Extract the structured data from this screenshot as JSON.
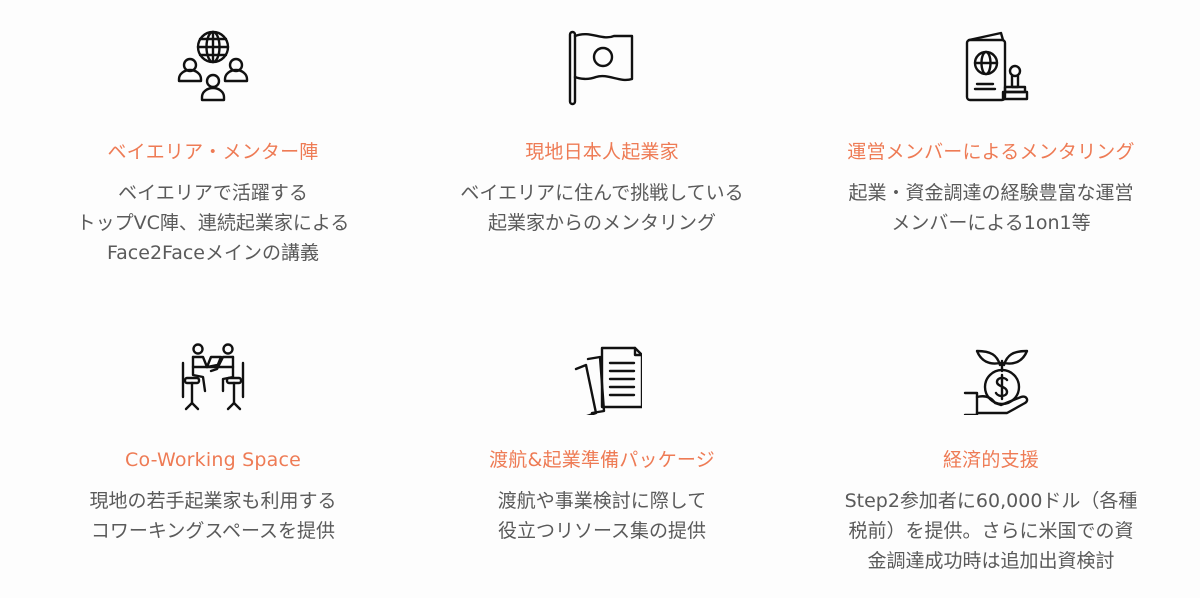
{
  "colors": {
    "background": "#fdfdfd",
    "title": "#ee7b55",
    "body_text": "#5a5a5a",
    "icon_stroke": "#111111"
  },
  "features": [
    {
      "icon": "globe-people-icon",
      "title": "ベイエリア・メンター陣",
      "description": "ベイエリアで活躍する\nトップVC陣、連続起業家による\nFace2Faceメインの講義"
    },
    {
      "icon": "japan-flag-icon",
      "title": "現地日本人起業家",
      "description": "ベイエリアに住んで挑戦している\n起業家からのメンタリング"
    },
    {
      "icon": "passport-stamp-icon",
      "title": "運営メンバーによるメンタリング",
      "description": "起業・資金調達の経験豊富な運営\nメンバーによる1on1等"
    },
    {
      "icon": "coworking-desk-icon",
      "title": "Co-Working Space",
      "description": "現地の若手起業家も利用する\nコワーキングスペースを提供"
    },
    {
      "icon": "documents-icon",
      "title": "渡航&起業準備パッケージ",
      "description": "渡航や事業検討に際して\n役立つリソース集の提供"
    },
    {
      "icon": "money-plant-hand-icon",
      "title": "経済的支援",
      "description": "Step2参加者に60,000ドル（各種\n税前）を提供。さらに米国での資\n金調達成功時は追加出資検討"
    }
  ]
}
